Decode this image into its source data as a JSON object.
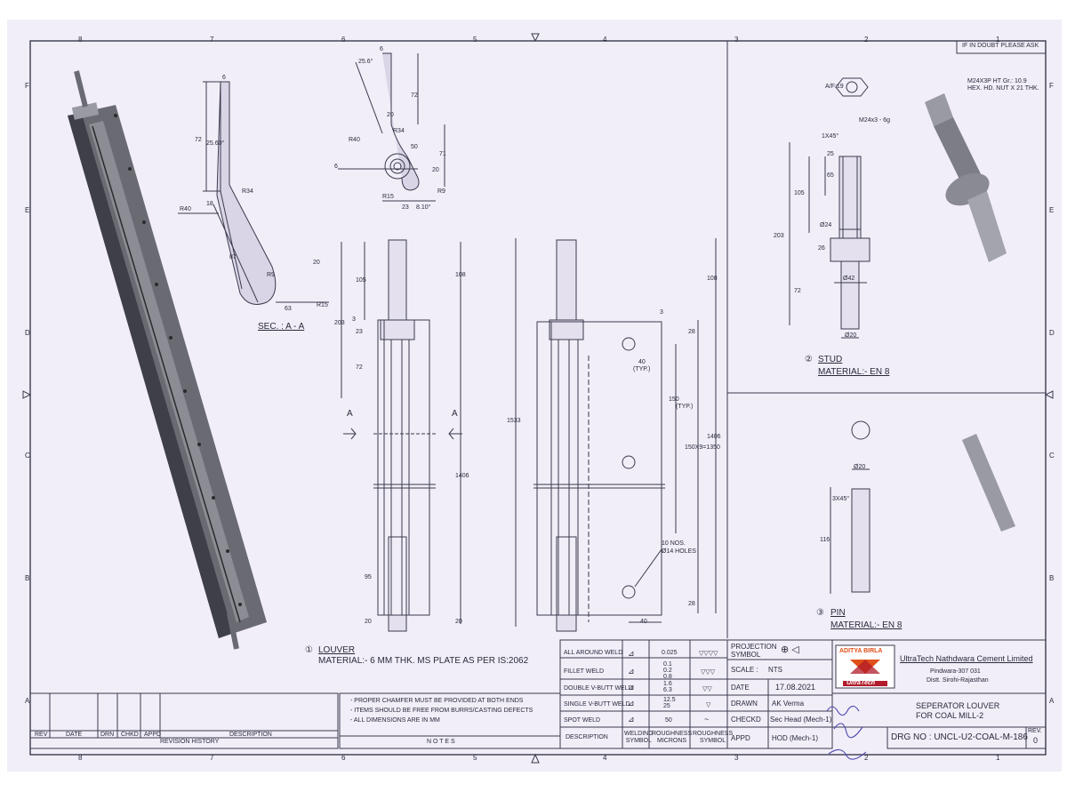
{
  "sheet": {
    "zone_cols": [
      "8",
      "7",
      "6",
      "5",
      "4",
      "3",
      "2",
      "1"
    ],
    "zone_rows": [
      "F",
      "E",
      "D",
      "C",
      "B",
      "A"
    ],
    "advisory": "IF IN DOUBT PLEASE ASK"
  },
  "views": {
    "section": {
      "label": "SEC. : A - A",
      "dims": [
        "6",
        "72",
        "25.60°",
        "R34",
        "R40",
        "18",
        "87",
        "R9",
        "R15",
        "20",
        "63"
      ]
    },
    "top_profile": {
      "dims": [
        "6",
        "25.6°",
        "72",
        "20",
        "R34",
        "50",
        "71",
        "20",
        "R40",
        "6",
        "R15",
        "R9",
        "23",
        "8.10°"
      ]
    },
    "louver_front": {
      "dims": [
        "105",
        "203",
        "23",
        "72",
        "3",
        "108",
        "1406",
        "95",
        "20",
        "20"
      ],
      "section_mark": "A"
    },
    "louver_side": {
      "dims": [
        "1533",
        "108",
        "3",
        "28",
        "40",
        "(TYP.)",
        "150",
        "(TYP.)",
        "150X9=1350",
        "1406",
        "28",
        "40"
      ],
      "holes_note": [
        "10 NOS.",
        "Ø14 HOLES"
      ]
    },
    "stud": {
      "dims": [
        "A/F:19",
        "M24x3 - 6g",
        "1X45°",
        "25",
        "105",
        "65",
        "203",
        "Ø24",
        "26",
        "Ø42",
        "72",
        "Ø20"
      ]
    },
    "pin": {
      "dims": [
        "Ø20",
        "3X45°",
        "116"
      ]
    },
    "callout_3d": [
      "M24X3P HT Gr.: 10.9",
      "HEX. HD. NUT X 21 THK."
    ]
  },
  "parts": [
    {
      "no": "1",
      "name": "LOUVER",
      "material": "MATERIAL:- 6 MM THK. MS PLATE  AS PER IS:2062"
    },
    {
      "no": "2",
      "name": "STUD",
      "material": "MATERIAL:- EN 8"
    },
    {
      "no": "3",
      "name": "PIN",
      "material": "MATERIAL:- EN 8"
    }
  ],
  "revision_block": {
    "headers": [
      "REV",
      "DATE",
      "DRN",
      "CHKD",
      "APPD",
      "DESCRIPTION"
    ],
    "title": "REVISION HISTORY"
  },
  "notes": {
    "items": [
      "- PROPER CHAMFER MUST BE PROVIDED AT BOTH ENDS",
      "- ITEMS SHOULD BE FREE FROM BURRS/CASTING DEFECTS",
      "- ALL DIMENSIONS ARE IN MM"
    ],
    "title": "N O T E S"
  },
  "weld_table": {
    "rows": [
      {
        "name": "ALL AROUND WELD",
        "rough": "0.025",
        "sym": "▽▽▽▽"
      },
      {
        "name": "FILLET WELD",
        "rough": "0.1\n0.2\n0.8",
        "sym": "▽▽▽"
      },
      {
        "name": "DOUBLE V-BUTT WELD",
        "rough": "1.6\n6.3",
        "sym": "▽▽"
      },
      {
        "name": "SINGLE V-BUTT WELD",
        "rough": "12.5\n25",
        "sym": "▽"
      },
      {
        "name": "SPOT WELD",
        "rough": "50",
        "sym": "~"
      }
    ],
    "footer": {
      "description": "DESCRIPTION",
      "welding": "WELDING\nSYMBOL",
      "roughness": "ROUGHNESS\nMICRONS",
      "rsym": "ROUGHNESS\nSYMBOL"
    }
  },
  "title_block": {
    "projection_label": "PROJECTION SYMBOL",
    "scale_label": "SCALE  :",
    "scale_value": "NTS",
    "date_label": "DATE",
    "date_value": "17.08.2021",
    "drawn_label": "DRAWN",
    "drawn_value": "AK Verma",
    "checked_label": "CHECKD",
    "checked_value": "Sec Head (Mech-1)",
    "approved_label": "APPD",
    "approved_value": "HOD (Mech-1)",
    "logo_brand": "ADITYA BIRLA",
    "logo_sub": "UltraTech",
    "company": "UltraTech Nathdwara Cement Limited",
    "address1": "Pindwara-307 031",
    "address2": "Distt. Sirohi-Rajasthan",
    "title_line1": "SEPERATOR LOUVER",
    "title_line2": "FOR COAL MILL-2",
    "drawing_no": "DRG NO : UNCL-U2-COAL-M-186",
    "rev_label": "REV.",
    "rev_value": "0"
  },
  "colors": {
    "paper": "#f1eef8",
    "line": "#3b3b4d",
    "logo_orange": "#e0501a",
    "logo_red": "#b21b2b",
    "ink_blue": "#4a45b0"
  }
}
